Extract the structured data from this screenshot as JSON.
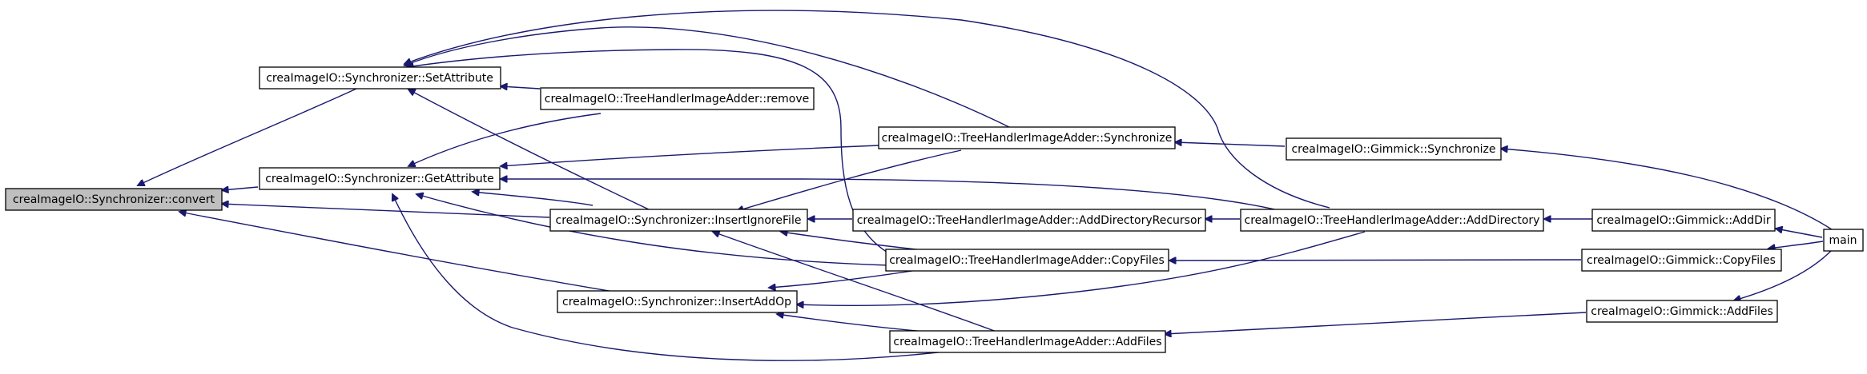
{
  "diagram": {
    "type": "call-graph",
    "edge_color": "#191970",
    "root_fill": "#bfbfbf",
    "nodes": [
      {
        "id": "convert",
        "label": "creaImageIO::Synchronizer::convert",
        "root": true
      },
      {
        "id": "setattr",
        "label": "creaImageIO::Synchronizer::SetAttribute"
      },
      {
        "id": "getattr",
        "label": "creaImageIO::Synchronizer::GetAttribute"
      },
      {
        "id": "remove",
        "label": "creaImageIO::TreeHandlerImageAdder::remove"
      },
      {
        "id": "insertignore",
        "label": "creaImageIO::Synchronizer::InsertIgnoreFile"
      },
      {
        "id": "insertaddop",
        "label": "creaImageIO::Synchronizer::InsertAddOp"
      },
      {
        "id": "thia_sync",
        "label": "creaImageIO::TreeHandlerImageAdder::Synchronize"
      },
      {
        "id": "adddirrec",
        "label": "creaImageIO::TreeHandlerImageAdder::AddDirectoryRecursor"
      },
      {
        "id": "copyfiles",
        "label": "creaImageIO::TreeHandlerImageAdder::CopyFiles"
      },
      {
        "id": "addfiles",
        "label": "creaImageIO::TreeHandlerImageAdder::AddFiles"
      },
      {
        "id": "g_sync",
        "label": "creaImageIO::Gimmick::Synchronize"
      },
      {
        "id": "adddir",
        "label": "creaImageIO::TreeHandlerImageAdder::AddDirectory"
      },
      {
        "id": "g_adddir",
        "label": "creaImageIO::Gimmick::AddDir"
      },
      {
        "id": "g_copyfiles",
        "label": "creaImageIO::Gimmick::CopyFiles"
      },
      {
        "id": "g_addfiles",
        "label": "creaImageIO::Gimmick::AddFiles"
      },
      {
        "id": "main",
        "label": "main"
      }
    ],
    "edges": [
      {
        "from": "setattr",
        "to": "convert"
      },
      {
        "from": "getattr",
        "to": "convert"
      },
      {
        "from": "insertignore",
        "to": "convert"
      },
      {
        "from": "insertaddop",
        "to": "convert"
      },
      {
        "from": "remove",
        "to": "setattr"
      },
      {
        "from": "insertignore",
        "to": "setattr"
      },
      {
        "from": "thia_sync",
        "to": "setattr"
      },
      {
        "from": "copyfiles",
        "to": "setattr"
      },
      {
        "from": "adddir",
        "to": "setattr"
      },
      {
        "from": "remove",
        "to": "getattr"
      },
      {
        "from": "thia_sync",
        "to": "getattr"
      },
      {
        "from": "adddir",
        "to": "getattr"
      },
      {
        "from": "insertignore",
        "to": "getattr"
      },
      {
        "from": "copyfiles",
        "to": "getattr"
      },
      {
        "from": "addfiles",
        "to": "getattr"
      },
      {
        "from": "thia_sync",
        "to": "insertignore"
      },
      {
        "from": "adddirrec",
        "to": "insertignore"
      },
      {
        "from": "copyfiles",
        "to": "insertignore"
      },
      {
        "from": "addfiles",
        "to": "insertignore"
      },
      {
        "from": "copyfiles",
        "to": "insertaddop"
      },
      {
        "from": "adddir",
        "to": "insertaddop"
      },
      {
        "from": "addfiles",
        "to": "insertaddop"
      },
      {
        "from": "g_sync",
        "to": "thia_sync"
      },
      {
        "from": "adddir",
        "to": "adddirrec"
      },
      {
        "from": "g_copyfiles",
        "to": "copyfiles"
      },
      {
        "from": "g_addfiles",
        "to": "addfiles"
      },
      {
        "from": "g_adddir",
        "to": "adddir"
      },
      {
        "from": "main",
        "to": "g_sync"
      },
      {
        "from": "main",
        "to": "g_adddir"
      },
      {
        "from": "main",
        "to": "g_copyfiles"
      },
      {
        "from": "main",
        "to": "g_addfiles"
      }
    ]
  }
}
